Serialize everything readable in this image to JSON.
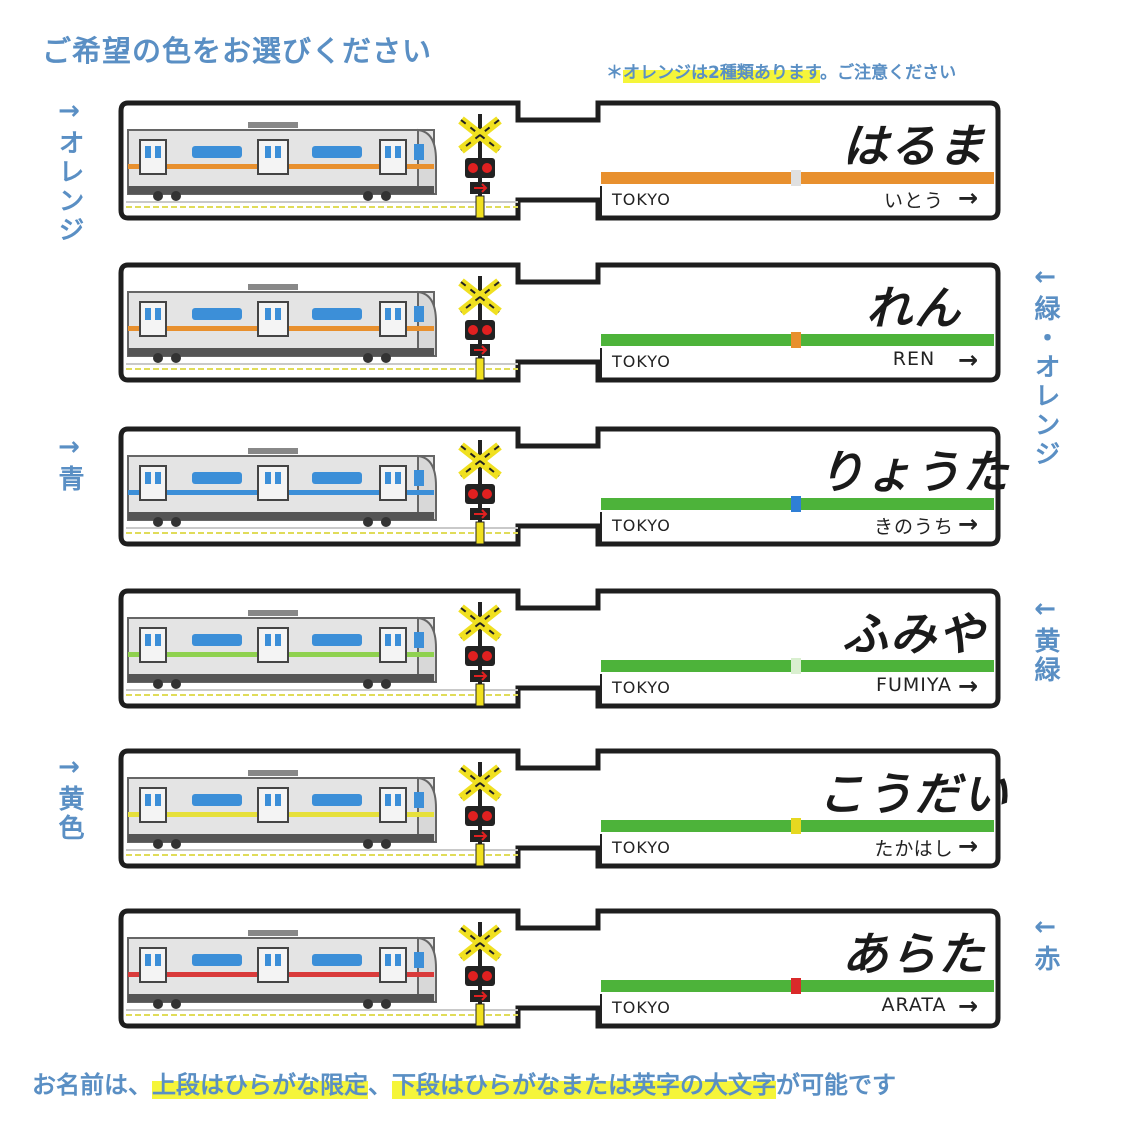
{
  "title": "ご希望の色をお選びください",
  "note": {
    "mark": "＊",
    "highlight": "オレンジは2種類あります",
    "rest": "。ご注意ください"
  },
  "footer": {
    "p1": "お名前は、",
    "h1": "上段はひらがな限定",
    "p2": "、",
    "h2": "下段はひらがなまたは英字の大文字",
    "p3": "が可能です"
  },
  "side_labels": [
    {
      "text": "→オレンジ",
      "side": "left"
    },
    {
      "text": "←緑・オレンジ",
      "side": "right"
    },
    {
      "text": "→青",
      "side": "left"
    },
    {
      "text": "←黄緑",
      "side": "right"
    },
    {
      "text": "→黄色",
      "side": "left"
    },
    {
      "text": "←赤",
      "side": "right"
    }
  ],
  "tags": [
    {
      "name": "はるま",
      "origin": "TOKYO",
      "sub": "いとう",
      "arrow": "→",
      "train_color": "#e8902e",
      "line_color": "#e8902e",
      "marker_color": "#e0e0e0"
    },
    {
      "name": "れん",
      "origin": "TOKYO",
      "sub": "REN",
      "arrow": "→",
      "train_color": "#e8902e",
      "line_color": "#4db33a",
      "marker_color": "#e8902e"
    },
    {
      "name": "りょうた",
      "origin": "TOKYO",
      "sub": "きのうち",
      "arrow": "→",
      "train_color": "#3c8fd8",
      "line_color": "#4db33a",
      "marker_color": "#2f7fd6"
    },
    {
      "name": "ふみや",
      "origin": "TOKYO",
      "sub": "FUMIYA",
      "arrow": "→",
      "train_color": "#8fd14f",
      "line_color": "#4db33a",
      "marker_color": "#d9efcf"
    },
    {
      "name": "こうだい",
      "origin": "TOKYO",
      "sub": "たかはし",
      "arrow": "→",
      "train_color": "#e6e03a",
      "line_color": "#4db33a",
      "marker_color": "#e6d820"
    },
    {
      "name": "あらた",
      "origin": "TOKYO",
      "sub": "ARATA",
      "arrow": "→",
      "train_color": "#d93a3a",
      "line_color": "#4db33a",
      "marker_color": "#d92a2a"
    }
  ]
}
